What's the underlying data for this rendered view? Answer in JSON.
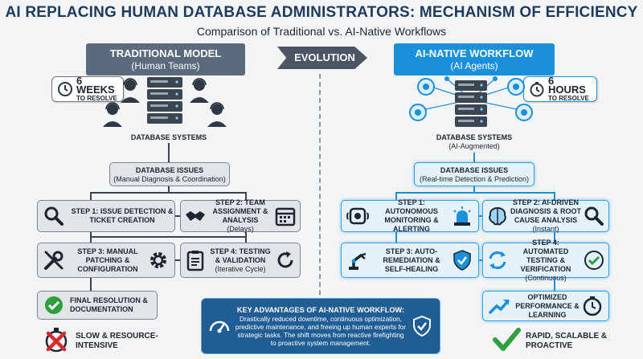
{
  "title": "AI REPLACING HUMAN DATABASE ADMINISTRATORS: MECHANISM OF EFFICIENCY",
  "subtitle": "Comparison of Traditional vs. AI-Native Workflows",
  "evolution": "EVOLUTION",
  "traditional": {
    "header": "TRADITIONAL MODEL",
    "header_sub": "(Human Teams)",
    "callout_big": "6 WEEKS",
    "callout_small": "TO RESOLVE",
    "systems_label": "DATABASE SYSTEMS",
    "issues_title": "DATABASE ISSUES",
    "issues_sub": "(Manual Diagnosis & Coordination)",
    "steps": [
      {
        "label": "STEP 1: ISSUE DETECTION & TICKET CREATION",
        "sub": "",
        "icon": "magnifier-icon"
      },
      {
        "label": "STEP 2: TEAM ASSIGNMENT & ANALYSIS",
        "sub": "(Delays)",
        "icon": "handshake-icon",
        "icon2": "calendar-icon"
      },
      {
        "label": "STEP 3: MANUAL PATCHING & CONFIGURATION",
        "sub": "",
        "icon": "tools-icon",
        "icon2": "gear-icon"
      },
      {
        "label": "STEP 4: TESTING & VALIDATION",
        "sub": "(Iterative Cycle)",
        "icon": "clipboard-icon",
        "icon2": "loop-arrow-icon"
      }
    ],
    "final": "FINAL RESOLUTION & DOCUMENTATION",
    "verdict": "SLOW & RESOURCE-INTENSIVE"
  },
  "ai": {
    "header": "AI-NATIVE WORKFLOW",
    "header_sub": "(AI Agents)",
    "callout_big": "6 HOURS",
    "callout_small": "TO RESOLVE",
    "systems_label": "DATABASE SYSTEMS",
    "systems_sub": "(AI-Augmented)",
    "issues_title": "DATABASE ISSUES",
    "issues_sub": "(Real-time Detection & Prediction)",
    "steps": [
      {
        "label": "STEP 1: AUTONOMOUS MONITORING & ALERTING",
        "sub": "",
        "icon": "sensor-icon",
        "icon2": "alarm-light-icon"
      },
      {
        "label": "STEP 2: AI-DRIVEN DIAGNOSIS & ROOT CAUSE ANALYSIS",
        "sub": "(Instant)",
        "icon": "brain-icon",
        "icon2": "magnifier-icon"
      },
      {
        "label": "STEP 3: AUTO-REMEDIATION & SELF-HEALING",
        "sub": "",
        "icon": "robot-arm-icon",
        "icon2": "shield-check-icon"
      },
      {
        "label": "STEP 4: AUTOMATED TESTING & VERIFICATION",
        "sub": "(Continuous)",
        "icon": "sync-icon",
        "icon2": "check-circle-icon"
      }
    ],
    "final": "OPTIMIZED PERFORMANCE & LEARNING",
    "verdict": "RAPID, SCALABLE & PROACTIVE"
  },
  "advantages": {
    "title": "KEY ADVANTAGES OF AI-NATIVE WORKFLOW:",
    "body": "Drastically reduced downtime, continuous optimization, predictive maintenance, and freeing up human experts for strategic tasks. The shift moves from reactive firefighting to proactive system management."
  },
  "colors": {
    "trad_header": "#5b6a7c",
    "ai_header": "#1a8fdb",
    "title": "#1e3a5c",
    "fail": "#d62b2b",
    "success": "#2e9e3e"
  }
}
